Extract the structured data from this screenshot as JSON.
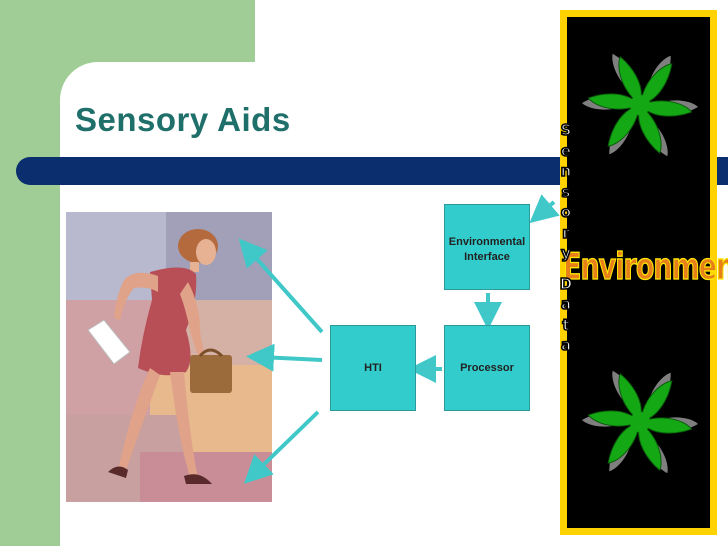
{
  "slide": {
    "title": "Sensory Aids"
  },
  "diagram": {
    "nodes": {
      "environmental_interface": "Environmental Interface",
      "processor": "Processor",
      "hti": "HTI"
    },
    "environment_label": "Environment",
    "sensory_data_letters": [
      "S",
      "e",
      "n",
      "s",
      "o",
      "r",
      "y",
      "D",
      "a",
      "t",
      "a"
    ],
    "colors": {
      "box_fill": "#33cccc",
      "arrow": "#40c8c8",
      "panel_border": "#ffd200",
      "panel_bg": "#000000",
      "title": "#1f6f6a",
      "bar": "#0b2e6e"
    }
  }
}
